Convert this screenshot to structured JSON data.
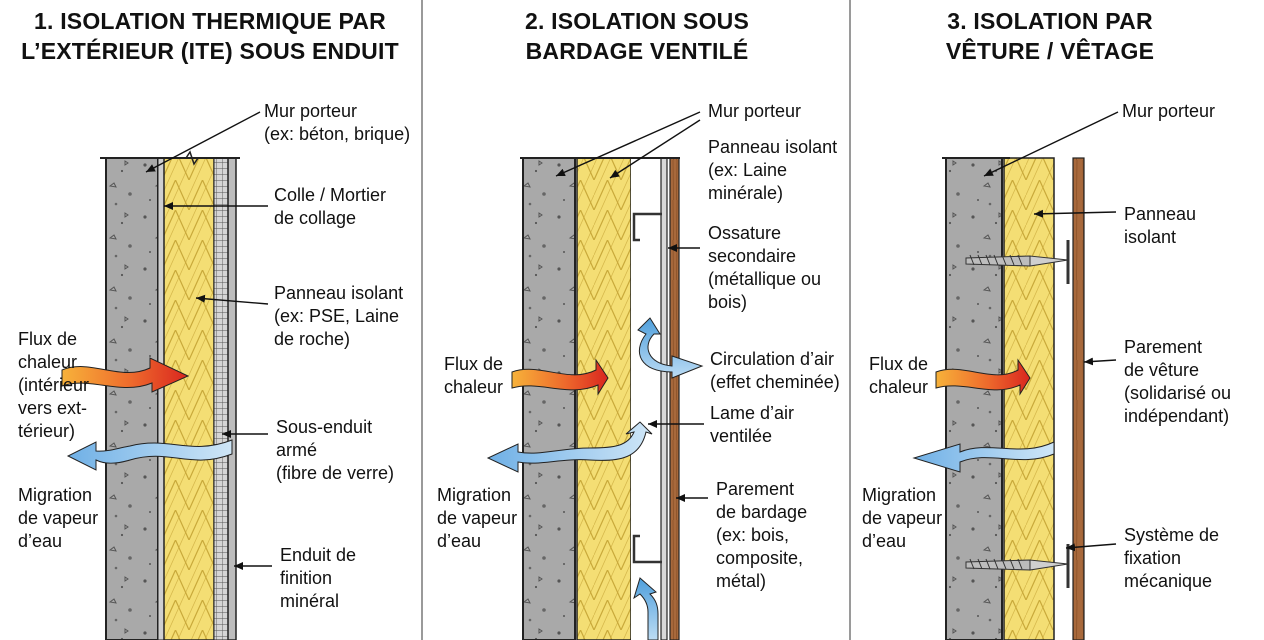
{
  "colors": {
    "concrete": "#a7a7a7",
    "insulation": "#f3dc6e",
    "cladding": "#a86a3f",
    "heat_arrow": "#e8502a",
    "vapor_arrow": "#7eb6e4",
    "air_arrow": "#5aa6e0"
  },
  "icons": [
    "arrow-icon",
    "screw-icon",
    "bracket-icon"
  ],
  "panels": [
    {
      "title_line1": "1. ISOLATION THERMIQUE PAR",
      "title_line2": "L’EXTÉRIEUR (ITE) SOUS ENDUIT",
      "labels": {
        "mur": [
          "Mur porteur",
          "(ex: béton, brique)"
        ],
        "colle": [
          "Colle / Mortier",
          "de collage"
        ],
        "panneau": [
          "Panneau isolant",
          "(ex: PSE, Laine",
          "de roche)"
        ],
        "flux": [
          "Flux de",
          "chaleur",
          "(intérieur",
          "vers ext-",
          "térieur)"
        ],
        "sous_enduit": [
          "Sous-enduit",
          "armé",
          "(fibre de verre)"
        ],
        "migration": [
          "Migration",
          "de vapeur",
          "d’eau"
        ],
        "enduit": [
          "Enduit de",
          "finition",
          "minéral"
        ]
      }
    },
    {
      "title_line1": "2. ISOLATION SOUS",
      "title_line2": "BARDAGE VENTILÉ",
      "labels": {
        "mur": [
          "Mur porteur"
        ],
        "panneau": [
          "Panneau isolant",
          "(ex: Laine",
          "minérale)"
        ],
        "ossature": [
          "Ossature",
          "secondaire",
          "(métallique ou",
          "bois)"
        ],
        "flux": [
          "Flux de",
          "chaleur"
        ],
        "circulation": [
          "Circulation d’air",
          "(effet cheminée)"
        ],
        "lame": [
          "Lame d’air",
          "ventilée"
        ],
        "migration": [
          "Migration",
          "de vapeur",
          "d’eau"
        ],
        "parement": [
          "Parement",
          "de bardage",
          "(ex: bois,",
          "composite,",
          "métal)"
        ]
      }
    },
    {
      "title_line1": "3. ISOLATION PAR",
      "title_line2": "VÊTURE / VÊTAGE",
      "labels": {
        "mur": [
          "Mur porteur"
        ],
        "panneau": [
          "Panneau",
          "isolant"
        ],
        "flux": [
          "Flux de",
          "chaleur"
        ],
        "parement": [
          "Parement",
          "de vêture",
          "(solidarisé ou",
          "indépendant)"
        ],
        "migration": [
          "Migration",
          "de vapeur",
          "d’eau"
        ],
        "fixation": [
          "Système de",
          "fixation",
          "mécanique"
        ]
      }
    }
  ]
}
